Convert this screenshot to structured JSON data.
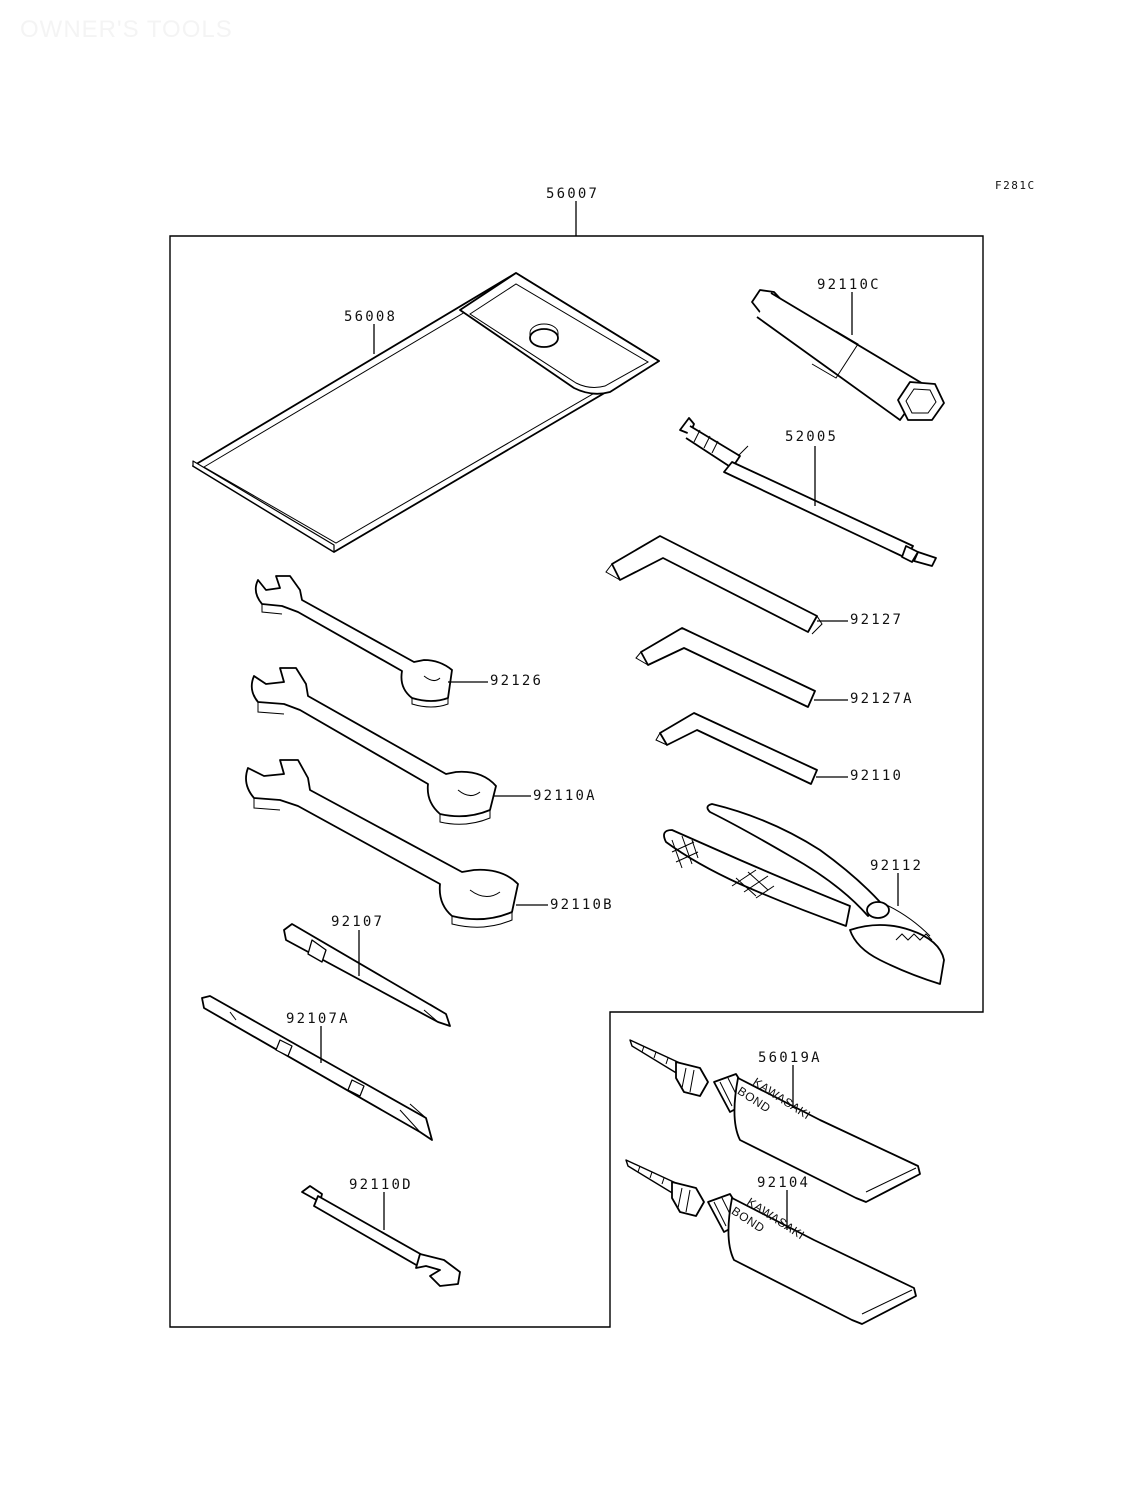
{
  "title": "OWNER'S TOOLS",
  "figure_code": "F281C",
  "parts": [
    {
      "id": "tool-kit",
      "number": "56007"
    },
    {
      "id": "tool-bag",
      "number": "56008"
    },
    {
      "id": "plug-wrench",
      "number": "92110C"
    },
    {
      "id": "handle-bar",
      "number": "52005"
    },
    {
      "id": "hex-wrench-large",
      "number": "92127"
    },
    {
      "id": "hex-wrench-medium",
      "number": "92127A"
    },
    {
      "id": "hex-wrench-small",
      "number": "92110"
    },
    {
      "id": "wrench-small",
      "number": "92126"
    },
    {
      "id": "wrench-medium",
      "number": "92110A"
    },
    {
      "id": "wrench-large",
      "number": "92110B"
    },
    {
      "id": "pliers",
      "number": "92112"
    },
    {
      "id": "screwdriver",
      "number": "92107"
    },
    {
      "id": "screwdriver-grip",
      "number": "92107A"
    },
    {
      "id": "spoke-wrench",
      "number": "92110D"
    },
    {
      "id": "bond-tube-upper",
      "number": "56019A"
    },
    {
      "id": "bond-tube-lower",
      "number": "92104"
    }
  ],
  "tube_brand": "KAWASAKI",
  "tube_product": "BOND"
}
